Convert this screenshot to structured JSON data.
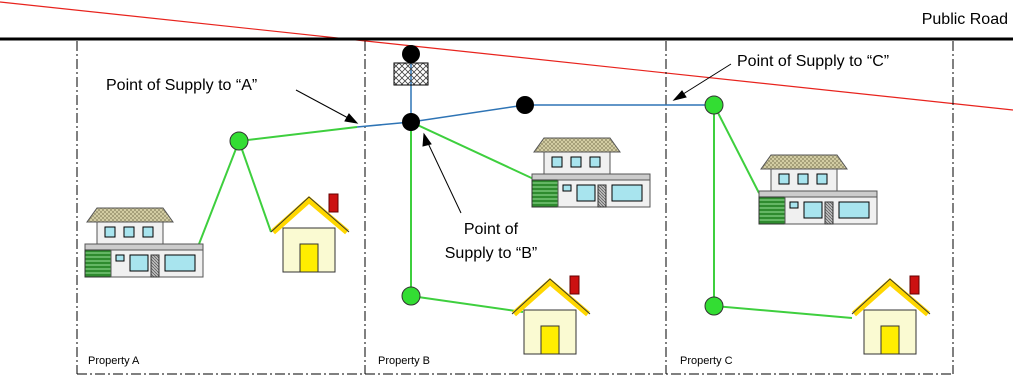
{
  "road": {
    "label": "Public Road"
  },
  "properties": [
    {
      "id": "A",
      "label": "Property A"
    },
    {
      "id": "B",
      "label": "Property B"
    },
    {
      "id": "C",
      "label": "Property C"
    }
  ],
  "callouts": {
    "supply_a": "Point of Supply to “A”",
    "supply_b_line1": "Point of",
    "supply_b_line2": "Supply to “B”",
    "supply_c": "Point of Supply to “C”"
  },
  "colors": {
    "road_line": "#000000",
    "red_line": "#e8231d",
    "distribution_main": "#2e74b5",
    "service_line": "#3ecf3e",
    "node_black": "#000000",
    "node_green": "#33dd33",
    "house_wall": "#fafad2",
    "house_roof": "#ffd700",
    "house_door": "#ffee00",
    "chimney": "#cc1111"
  }
}
